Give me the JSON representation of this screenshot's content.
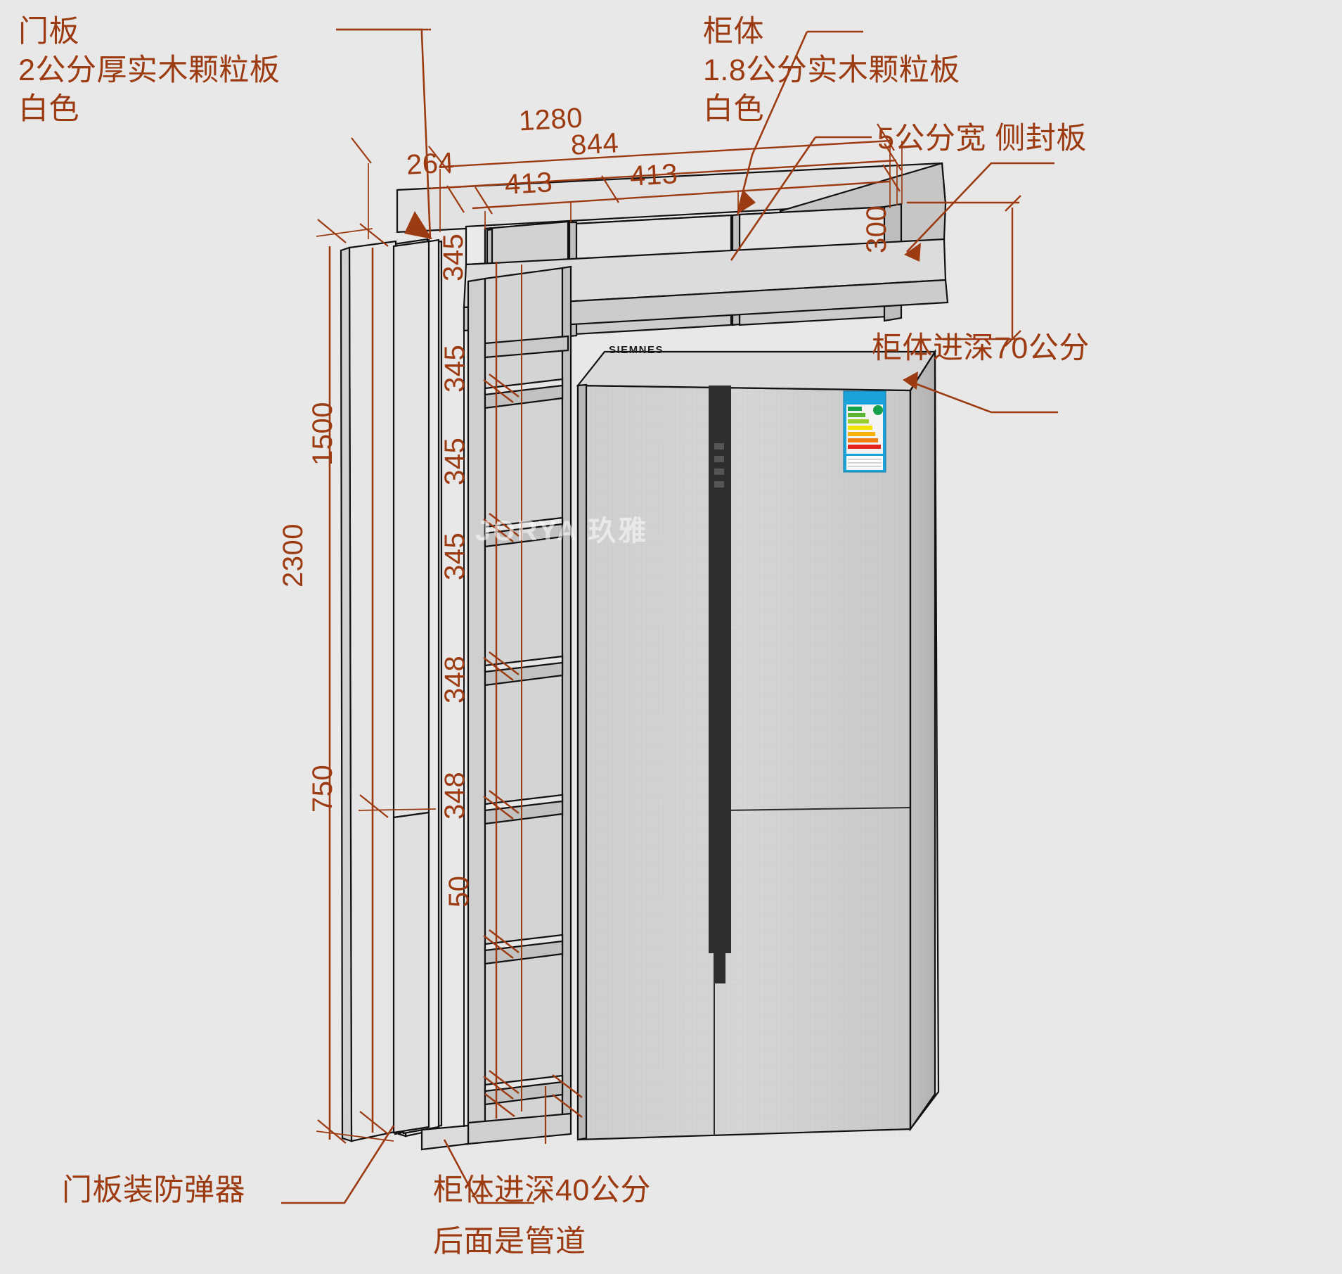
{
  "drawing": {
    "type": "cabinet-elevation-3d-sketch",
    "background_color": "#e8e8e8",
    "annotation_color": "#9c3b12",
    "units_note": "mm for numeric dimensions, cm (公分) in text callouts"
  },
  "callouts": {
    "door_panel": {
      "line1": "门板",
      "line2": "2公分厚实木颗粒板",
      "line3": "白色"
    },
    "cabinet_body": {
      "line1": "柜体",
      "line2": "1.8公分实木颗粒板",
      "line3": "白色"
    },
    "side_seal_panel": "5公分宽 侧封板",
    "depth_70": "柜体进深70公分",
    "door_damper": "门板装防弹器",
    "depth_40": {
      "line1": "柜体进深40公分",
      "line2": "后面是管道"
    }
  },
  "dimensions": {
    "overall_width_top": "1280",
    "inner_width": "844",
    "left_bay_width": "264",
    "bay_413_left": "413",
    "bay_413_right": "413",
    "top_box_height": "300",
    "overall_height": "2300",
    "upper_section_height": "1500",
    "lower_section_height": "750",
    "shelf_gaps": [
      "345",
      "345",
      "345",
      "345",
      "348",
      "348"
    ],
    "toe_kick": "50"
  },
  "appliance": {
    "brand_text": "SIEMNES",
    "energy_label": {
      "present": true,
      "bands": [
        "#18a04a",
        "#5cb531",
        "#9ccf2e",
        "#f4e309",
        "#f7b10a",
        "#ef7d12",
        "#e2231a"
      ]
    }
  },
  "watermark": {
    "text": "JORYA 玖雅"
  }
}
